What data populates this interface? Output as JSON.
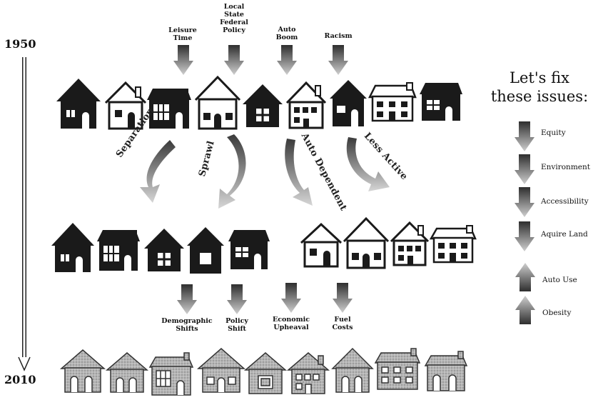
{
  "timeline": {
    "start_year": "1950",
    "end_year": "2010"
  },
  "top_factors": [
    {
      "label": "Leisure\nTime"
    },
    {
      "label": "Local\nState\nFederal\nPolicy"
    },
    {
      "label": "Auto\nBoom"
    },
    {
      "label": "Racism"
    }
  ],
  "effects": [
    {
      "label": "Separation"
    },
    {
      "label": "Sprawl"
    },
    {
      "label": "Auto Dependent"
    },
    {
      "label": "Less Active"
    }
  ],
  "bottom_factors": [
    {
      "label": "Demographic\nShifts"
    },
    {
      "label": "Policy\nShift"
    },
    {
      "label": "Economic\nUpheaval"
    },
    {
      "label": "Fuel\nCosts"
    }
  ],
  "fix_panel": {
    "title": "Let's fix\nthese issues:",
    "issues": [
      {
        "label": "Equity",
        "direction": "down"
      },
      {
        "label": "Environment",
        "direction": "down"
      },
      {
        "label": "Accessibility",
        "direction": "down"
      },
      {
        "label": "Aquire Land",
        "direction": "down"
      },
      {
        "label": "Auto Use",
        "direction": "up"
      },
      {
        "label": "Obesity",
        "direction": "up"
      }
    ]
  },
  "colors": {
    "dark_house": "#1a1a1a",
    "light_house": "#ffffff",
    "gradient_house": "#a8a8a8",
    "arrow_dark": "#3a3a3a",
    "arrow_light": "#d0d0d0"
  }
}
